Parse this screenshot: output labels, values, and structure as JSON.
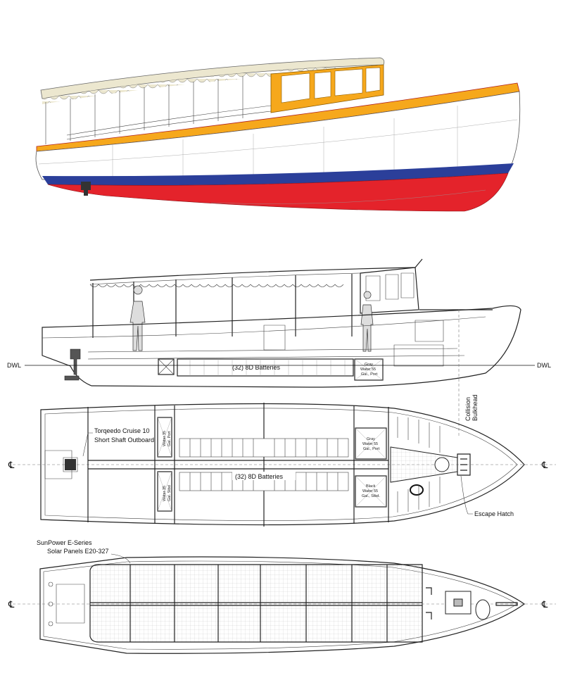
{
  "colors": {
    "canopy": "#ece7cf",
    "deck_trim": "#f5a623",
    "boot_stripe": "#2b3f9a",
    "bottom_paint": "#e4232b",
    "hull": "#ffffff"
  },
  "views": {
    "rendering": {},
    "profile": {
      "dwl_left": "DWL",
      "dwl_right": "DWL",
      "batteries": "(32) 8D Batteries",
      "gray_water": [
        "Gray",
        "Water 55",
        "Gal., Port"
      ]
    },
    "deck_plan": {
      "centerline_left": "℄",
      "centerline_right": "℄",
      "collision_bulkhead": [
        "Collision",
        "Bulkhead"
      ],
      "outboard": [
        "Torqeedo Cruise 10",
        "Short Shaft Outboard"
      ],
      "water_port": [
        "Water 35",
        "Gal. Port"
      ],
      "water_stbd": [
        "Water 35",
        "Gal. Stbd"
      ],
      "batteries": "(32) 8D Batteries",
      "gray_water": [
        "Gray",
        "Water 55",
        "Gal., Port"
      ],
      "black_water": [
        "Black",
        "Water 55",
        "Gal., Stbd."
      ],
      "escape_hatch": "Escape Hatch"
    },
    "roof_plan": {
      "centerline_left": "℄",
      "centerline_right": "℄",
      "solar": [
        "SunPower E-Series",
        "Solar Panels E20-327"
      ]
    }
  }
}
